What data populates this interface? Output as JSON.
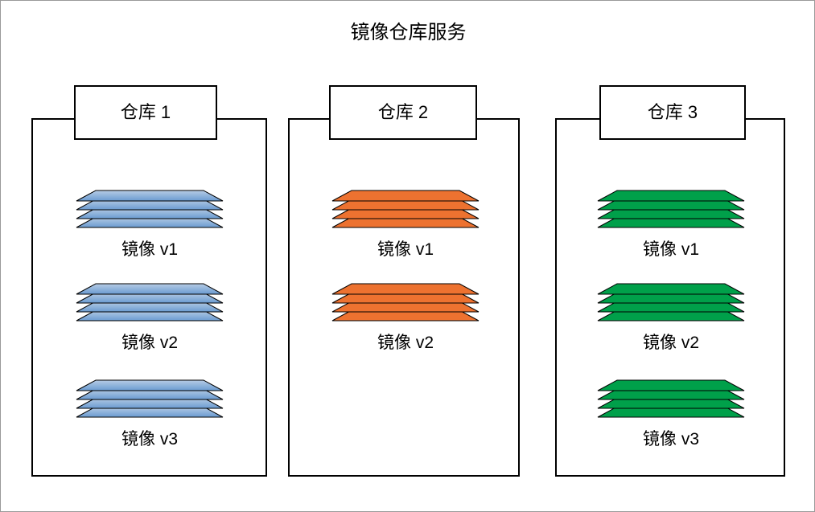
{
  "diagram": {
    "title": "镜像仓库服务",
    "outer_border_color": "#9a9a9a",
    "line_color": "#000000",
    "background": "#ffffff"
  },
  "palette": {
    "blue_fill_light": "#b7cce5",
    "blue_fill_dark": "#6a9bd1",
    "orange_fill": "#ed7230",
    "orange_fill_dark": "#d8601f",
    "green_fill": "#00a04a",
    "green_fill_dark": "#009040",
    "stroke": "#000000"
  },
  "repositories": [
    {
      "header_label": "仓库 1",
      "color_key": "blue",
      "images": [
        {
          "label": "镜像 v1",
          "layers": 4
        },
        {
          "label": "镜像 v2",
          "layers": 4
        },
        {
          "label": "镜像 v3",
          "layers": 4
        }
      ]
    },
    {
      "header_label": "仓库 2",
      "color_key": "orange",
      "images": [
        {
          "label": "镜像 v1",
          "layers": 4
        },
        {
          "label": "镜像 v2",
          "layers": 4
        }
      ]
    },
    {
      "header_label": "仓库 3",
      "color_key": "green",
      "images": [
        {
          "label": "镜像 v1",
          "layers": 4
        },
        {
          "label": "镜像 v2",
          "layers": 4
        },
        {
          "label": "镜像 v3",
          "layers": 4
        }
      ]
    }
  ],
  "layout": {
    "stack_tops": [
      236,
      352,
      472
    ],
    "stack_centers_x": [
      185,
      503,
      833
    ]
  }
}
